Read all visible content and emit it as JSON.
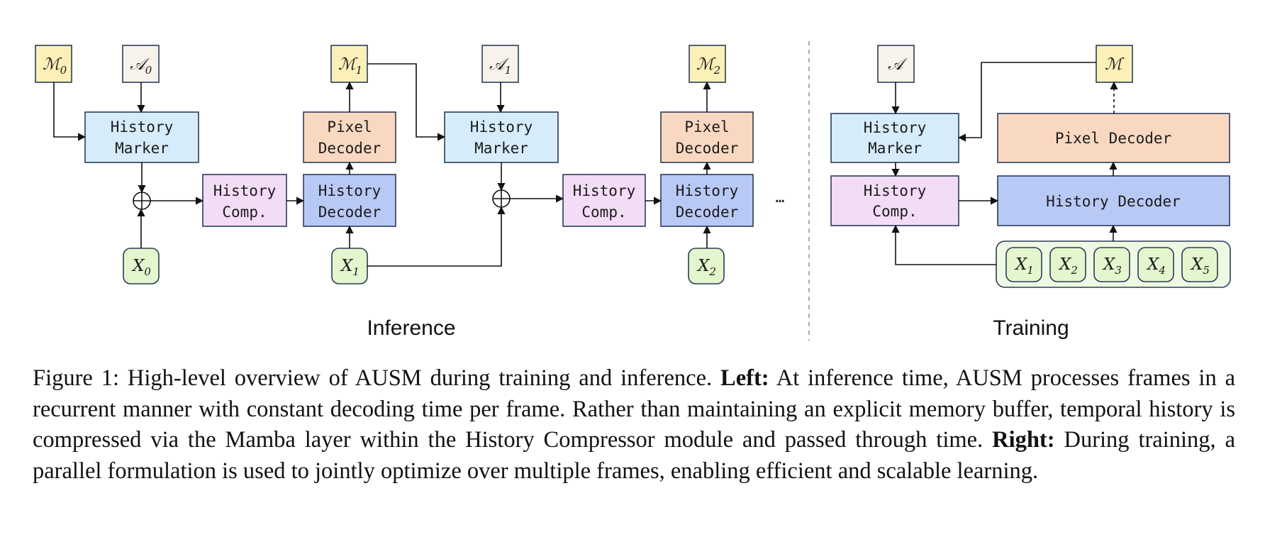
{
  "figure": {
    "blocks": {
      "history_marker": [
        "History",
        "Marker"
      ],
      "pixel_decoder": [
        "Pixel",
        "Decoder"
      ],
      "pixel_decoder_wide": "Pixel Decoder",
      "history_comp": [
        "History",
        "Comp."
      ],
      "history_decoder": [
        "History",
        "Decoder"
      ],
      "history_decoder_wide": "History Decoder"
    },
    "inputs": {
      "M0": {
        "base": "ℳ",
        "sub": "0"
      },
      "A0": {
        "base": "𝒜",
        "sub": "0"
      },
      "M1": {
        "base": "ℳ",
        "sub": "1"
      },
      "A1": {
        "base": "𝒜",
        "sub": "1"
      },
      "M2": {
        "base": "ℳ",
        "sub": "2"
      },
      "A": "𝒜",
      "M": "ℳ",
      "X0": {
        "base": "X",
        "sub": "0"
      },
      "X1": {
        "base": "X",
        "sub": "1"
      },
      "X2": {
        "base": "X",
        "sub": "2"
      },
      "train_frames": [
        {
          "base": "X",
          "sub": "1"
        },
        {
          "base": "X",
          "sub": "2"
        },
        {
          "base": "X",
          "sub": "3"
        },
        {
          "base": "X",
          "sub": "4"
        },
        {
          "base": "X",
          "sub": "5"
        }
      ]
    },
    "ellipsis": "…",
    "inference_label": "Inference",
    "training_label": "Training",
    "colors": {
      "history_marker": "#d6ecfb",
      "pixel_decoder": "#f9d8c2",
      "history_comp": "#f3dcf6",
      "history_decoder": "#b9c9f6",
      "mask_input": "#fbf0b7",
      "prompt_input": "#f7f3eb",
      "frame_input": "#e3f6cd",
      "frame_group": "#eef8e2"
    }
  },
  "caption": {
    "label": "Figure 1: High-level overview of AUSM during training and inference.",
    "left_label": "Left:",
    "left_text": "At inference time, AUSM processes frames in a recurrent manner with constant decoding time per frame. Rather than maintaining an explicit memory buffer, temporal history is compressed via the Mamba layer within the History Compressor module and passed through time.",
    "right_label": "Right:",
    "right_text": "During training, a parallel formulation is used to jointly optimize over multiple frames, enabling efficient and scalable learning."
  }
}
